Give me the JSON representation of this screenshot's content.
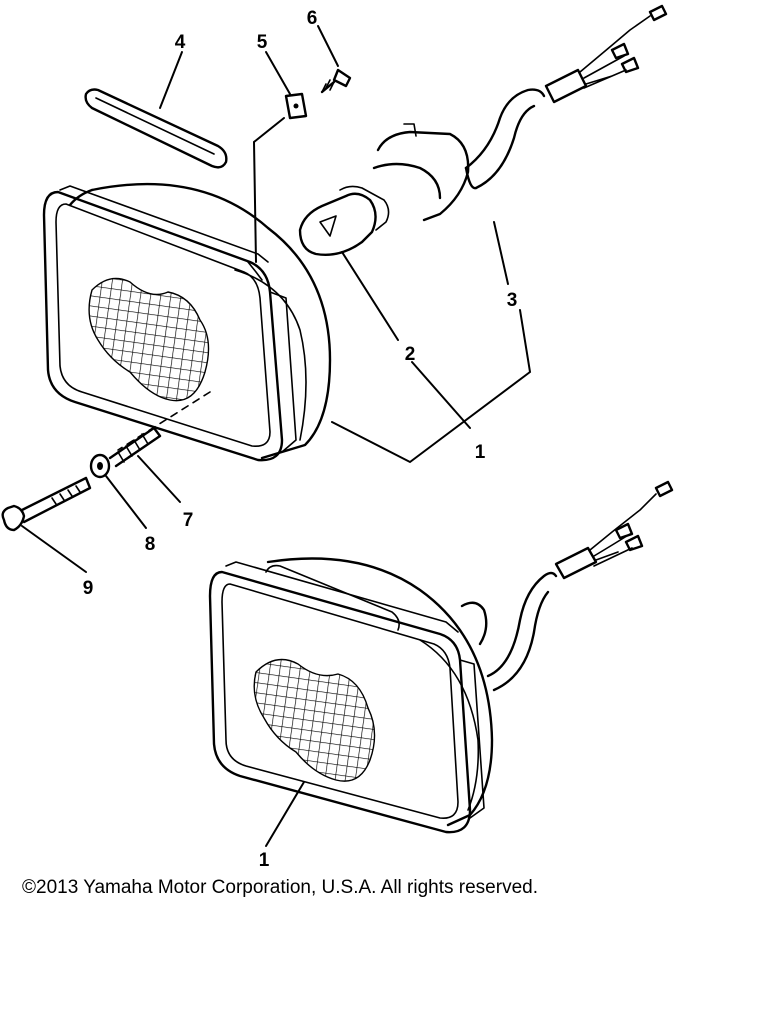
{
  "parts": [
    {
      "id": "callout-1-top",
      "label": "1"
    },
    {
      "id": "callout-2",
      "label": "2"
    },
    {
      "id": "callout-3",
      "label": "3"
    },
    {
      "id": "callout-4",
      "label": "4"
    },
    {
      "id": "callout-5",
      "label": "5"
    },
    {
      "id": "callout-6",
      "label": "6"
    },
    {
      "id": "callout-7",
      "label": "7"
    },
    {
      "id": "callout-8",
      "label": "8"
    },
    {
      "id": "callout-9",
      "label": "9"
    },
    {
      "id": "callout-1-bottom",
      "label": "1"
    }
  ],
  "copyright": "©2013 Yamaha Motor Corporation, U.S.A. All rights reserved."
}
